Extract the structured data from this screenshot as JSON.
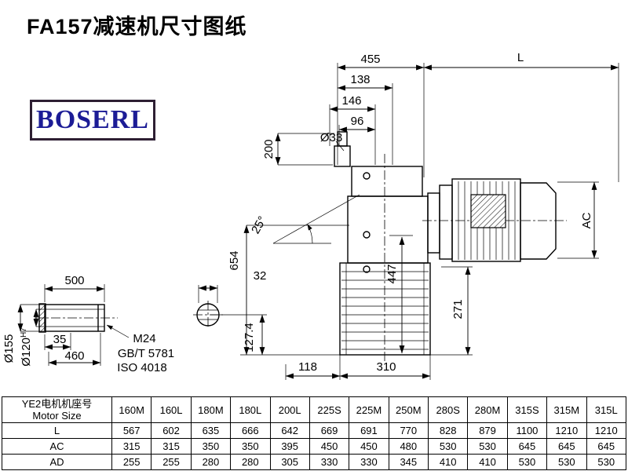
{
  "title": "FA157减速机尺寸图纸",
  "logo": "BOSERL",
  "drawing": {
    "dims": {
      "d455": "455",
      "L": "L",
      "d138": "138",
      "d146": "146",
      "d96": "96",
      "d33": "Ø33",
      "d200": "200",
      "a25": "25°",
      "d654": "654",
      "d447": "447",
      "AC": "AC",
      "d271": "271",
      "d118": "118",
      "d310": "310",
      "d127": "127.4",
      "d32": "32",
      "d500": "500",
      "d35": "35",
      "d460": "460",
      "d155": "Ø155",
      "d120": "Ø120",
      "d120sup": "H7",
      "m24": "M24",
      "gbt": "GB/T 5781",
      "iso": "ISO 4018"
    }
  },
  "table": {
    "header_cn": "YE2电机机座号",
    "header_en": "Motor Size",
    "columns": [
      "160M",
      "160L",
      "180M",
      "180L",
      "200L",
      "225S",
      "225M",
      "250M",
      "280S",
      "280M",
      "315S",
      "315M",
      "315L"
    ],
    "rows": [
      {
        "label": "L",
        "values": [
          567,
          602,
          635,
          666,
          642,
          669,
          691,
          770,
          828,
          879,
          1100,
          1210,
          1210
        ]
      },
      {
        "label": "AC",
        "values": [
          315,
          315,
          350,
          350,
          395,
          450,
          450,
          480,
          530,
          530,
          645,
          645,
          645
        ]
      },
      {
        "label": "AD",
        "values": [
          255,
          255,
          280,
          280,
          305,
          330,
          330,
          345,
          410,
          410,
          530,
          530,
          530
        ]
      }
    ]
  }
}
